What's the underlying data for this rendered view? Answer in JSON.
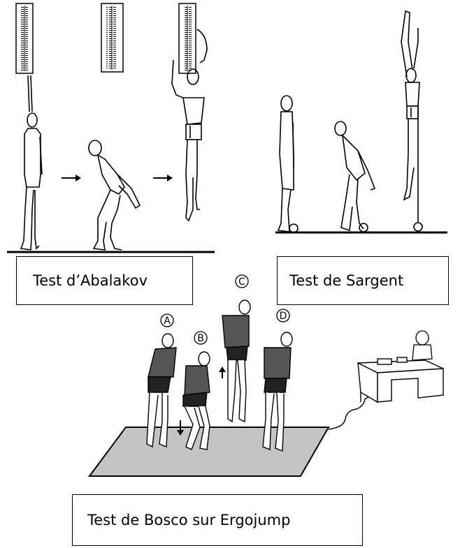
{
  "captions": {
    "abalakov": "Test d’Abalakov",
    "sargent": "Test de Sargent",
    "bosco": "Test de Bosco sur Ergojump"
  },
  "bosco_phases": [
    "A",
    "B",
    "C",
    "D"
  ],
  "colors": {
    "ink": "#000000",
    "mat": "#c4c4c4",
    "shirt": "#555555",
    "shorts": "#222222"
  }
}
